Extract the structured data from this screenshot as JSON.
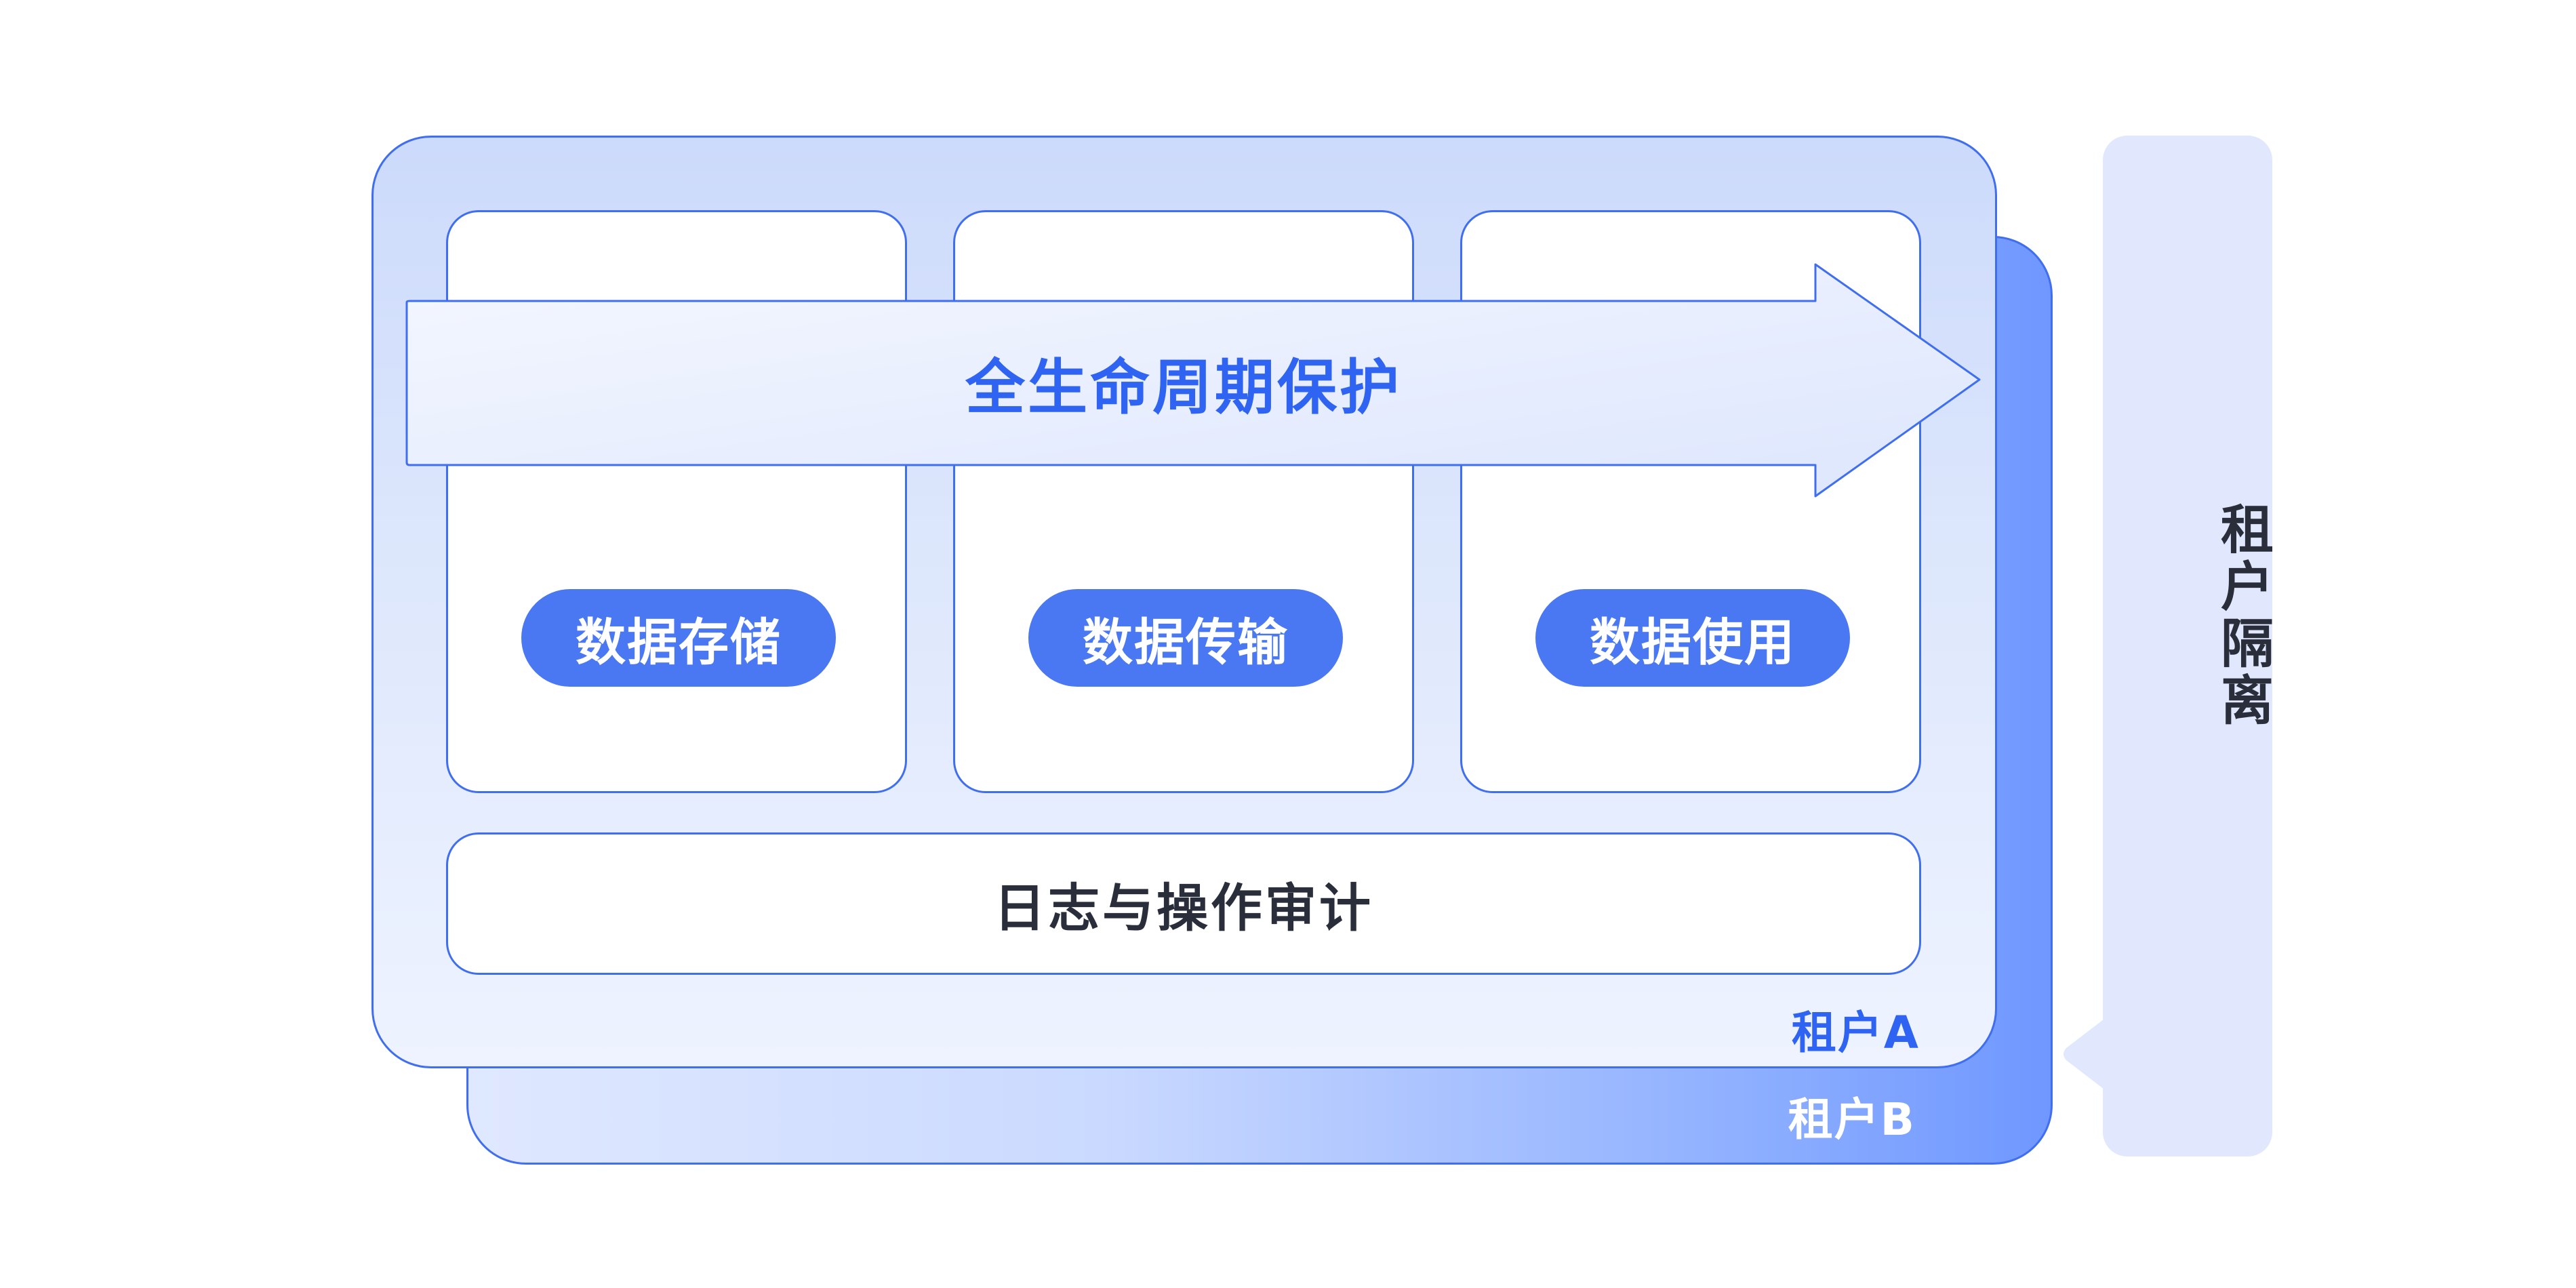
{
  "diagram": {
    "lifecycle_arrow_label": "全生命周期保护",
    "stages": [
      {
        "label": "数据存储"
      },
      {
        "label": "数据传输"
      },
      {
        "label": "数据使用"
      }
    ],
    "audit_label": "日志与操作审计",
    "tenant_a_label": "租户A",
    "tenant_b_label": "租户B",
    "isolation_label": "租户隔离"
  },
  "colors": {
    "primary_blue": "#3f6ef0",
    "pill_blue": "#4a78f2",
    "text_dark": "#2a2e3a",
    "panel_light": "#e1e8fd"
  }
}
